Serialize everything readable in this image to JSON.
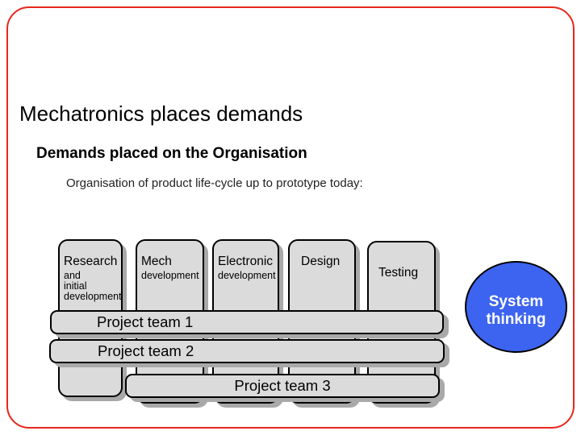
{
  "slide": {
    "title": "Mechatronics places demands",
    "subtitle": "Demands placed on the Organisation",
    "description": "Organisation of product life-cycle up to prototype today:"
  },
  "diagram": {
    "columns": [
      {
        "title": "Research",
        "sub": [
          "and",
          "initial",
          "development"
        ]
      },
      {
        "title": "Mech",
        "sub": [
          "development"
        ]
      },
      {
        "title": "Electronic",
        "sub": [
          "development"
        ]
      },
      {
        "title": "Design",
        "sub": []
      },
      {
        "title": "Testing",
        "sub": []
      }
    ],
    "teams": [
      {
        "label": "Project team 1"
      },
      {
        "label": "Project team 2"
      },
      {
        "label": "Project team 3"
      }
    ],
    "ellipse": {
      "line1": "System",
      "line2": "thinking"
    }
  },
  "colors": {
    "slide_background": "#ffffff",
    "frame_red": "#e8271c",
    "box_fill": "#dbdbdb",
    "box_border": "#000000",
    "box_shadow": "#a9a9a9",
    "ellipse_fill": "#3c64f0",
    "ellipse_text": "#ffffff",
    "text": "#000000"
  }
}
